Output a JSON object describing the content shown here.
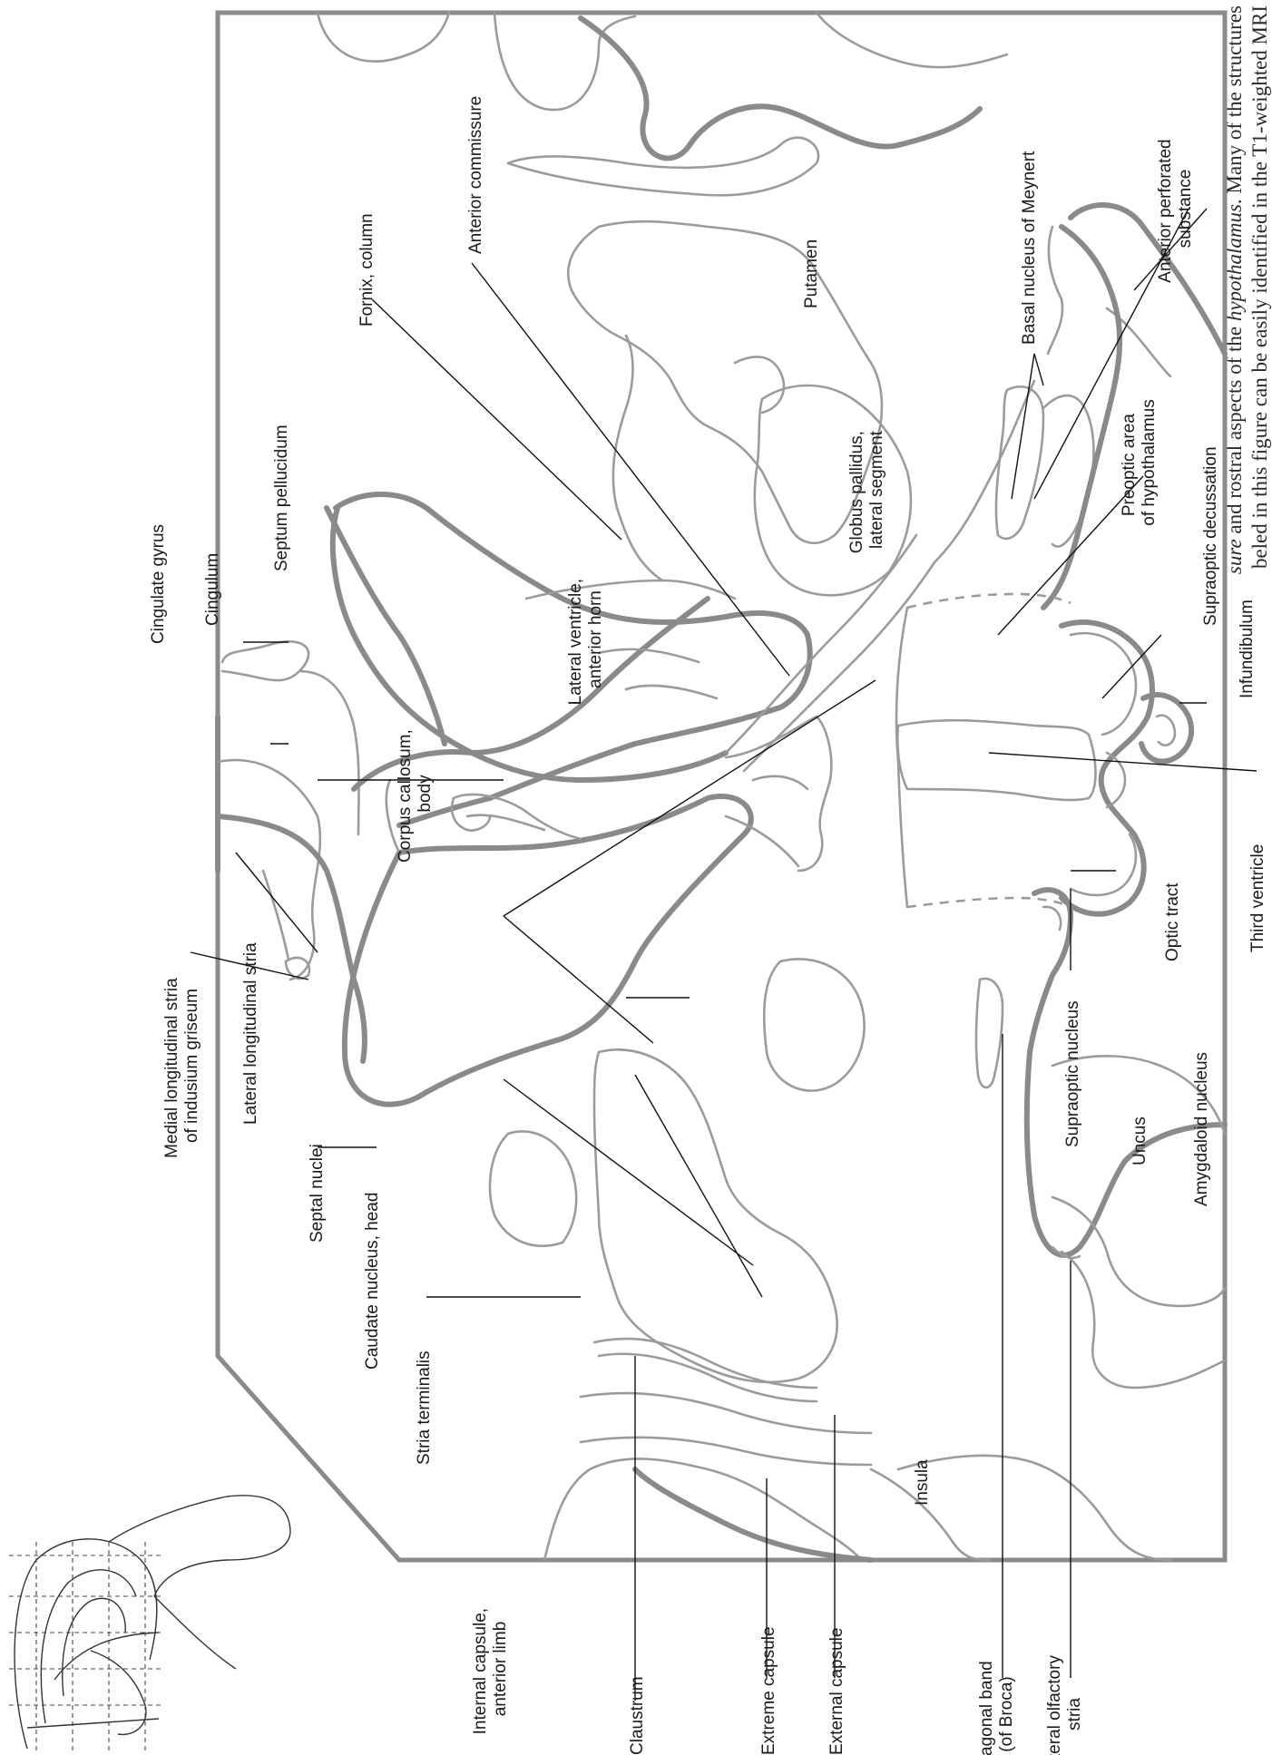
{
  "caption": {
    "line1_italic": "sure",
    "line1_rest": " and rostral aspects of the ",
    "line1_italic2": "hypothalamus",
    "line1_end": ". Many of the structures",
    "line2": "beled in this figure can be easily identified in the T1-weighted MRI"
  },
  "labels": {
    "cingulate_gyrus": "Cingulate gyrus",
    "cingulum": "Cingulum",
    "septum_pellucidum": "Septum pellucidum",
    "fornix_column": "Fornix, column",
    "anterior_commissure": "Anterior commissure",
    "putamen": "Putamen",
    "basal_nucleus_meynert": "Basal nucleus of Meynert",
    "anterior_perforated_1": "Anterior perforated",
    "anterior_perforated_2": "substance",
    "globus_pallidus_1": "Globus pallidus,",
    "globus_pallidus_2": "lateral segment",
    "preoptic_1": "Preoptic area",
    "preoptic_2": "of hypothalamus",
    "supraoptic_decussation": "Supraoptic decussation",
    "infundibulum": "Infundibulum",
    "lateral_ventricle_1": "Lateral ventricle,",
    "lateral_ventricle_2": "anterior horn",
    "corpus_callosum_1": "Corpus callosum,",
    "corpus_callosum_2": "body",
    "third_ventricle": "Third ventricle",
    "optic_tract": "Optic tract",
    "supraoptic_nucleus": "Supraoptic nucleus",
    "medial_longitudinal_1": "Medial longitudinal stria",
    "medial_longitudinal_2": "of indusium griseum",
    "lateral_longitudinal": "Lateral longitudinal stria",
    "septal_nuclei": "Septal nuclei",
    "caudate_head": "Caudate nucleus, head",
    "stria_terminalis": "Stria terminalis",
    "internal_capsule_1": "Internal capsule,",
    "internal_capsule_2": "anterior limb",
    "claustrum": "Claustrum",
    "extreme_capsule": "Extreme capsule",
    "external_capsule": "External capsule",
    "diagonal_band_1": "Diagonal band",
    "diagonal_band_2": "(of Broca)",
    "lateral_olfactory_1": "Lateral olfactory",
    "lateral_olfactory_2": "stria",
    "uncus": "Uncus",
    "amygdaloid_nucleus": "Amygdaloid nucleus",
    "insula": "Insula"
  }
}
